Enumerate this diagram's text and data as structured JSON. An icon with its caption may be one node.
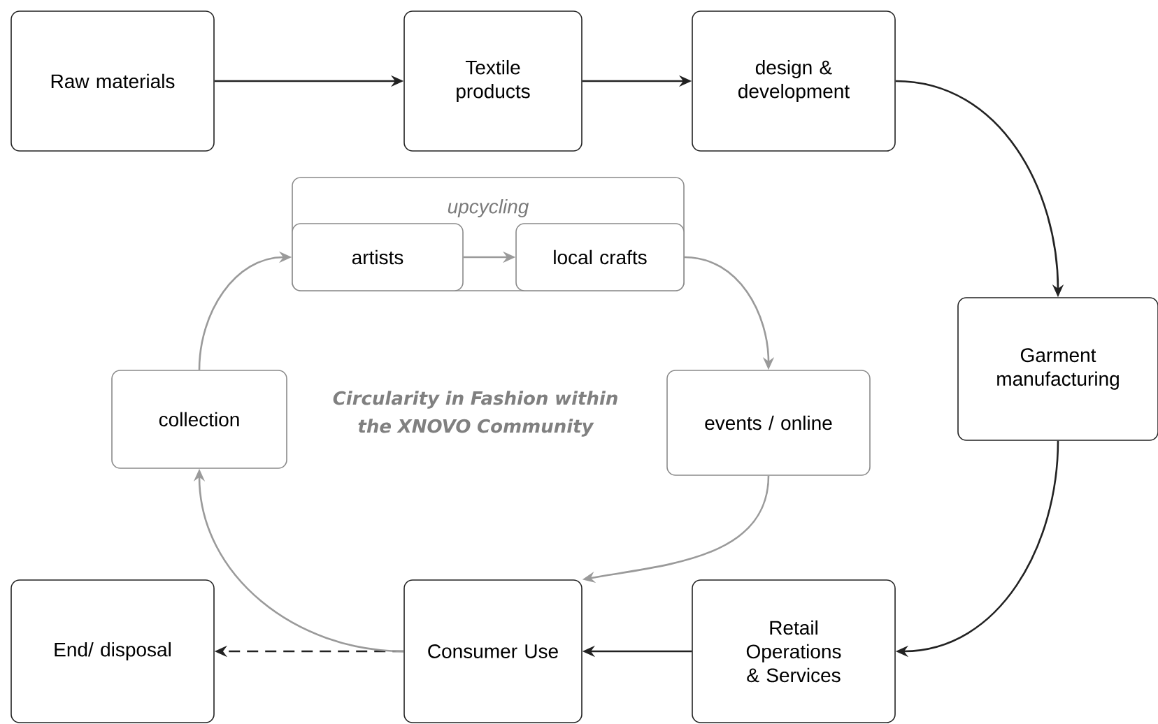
{
  "diagram": {
    "nodes": [
      {
        "text": [
          "Raw materials"
        ]
      },
      {
        "text": [
          "Textile products"
        ]
      },
      {
        "text": [
          "design & development"
        ]
      },
      {
        "text": [
          "Garment manufacturing"
        ]
      },
      {
        "text": [
          "Retail Operations & Services"
        ]
      },
      {
        "text": [
          "Consumer Use"
        ]
      },
      {
        "text": [
          "End/ disposal"
        ]
      },
      {
        "text": [
          "upcycling"
        ]
      },
      {
        "text": [
          "artists"
        ],
        "in": 7
      },
      {
        "text": [
          "local crafts"
        ],
        "in": 7
      },
      {
        "text": [
          "events / online"
        ]
      },
      {
        "text": [
          "collection"
        ]
      }
    ],
    "edges": [
      {
        "from": 0,
        "to": 1,
        "arrow": "to"
      },
      {
        "from": 1,
        "to": 2,
        "arrow": "to"
      },
      {
        "from": 2,
        "to": 3,
        "arrow": "to"
      },
      {
        "from": 3,
        "to": 4,
        "arrow": "to"
      },
      {
        "from": 4,
        "to": 5,
        "arrow": "to"
      },
      {
        "from": 5,
        "to": 6,
        "arrow": "to",
        "style": "dashed"
      },
      {
        "from": 8,
        "to": 9,
        "arrow": "to",
        "color": "#9a9a9a"
      },
      {
        "from": 9,
        "to": 10,
        "arrow": "to",
        "color": "#9a9a9a"
      },
      {
        "from": 10,
        "to": 5,
        "arrow": "to",
        "color": "#9a9a9a"
      },
      {
        "from": 5,
        "to": 11,
        "arrow": "to",
        "color": "#9a9a9a"
      },
      {
        "from": 11,
        "to": 8,
        "arrow": "to",
        "color": "#9a9a9a"
      }
    ],
    "labels": [
      "Circularity in Fashion within the XNOVO Community"
    ]
  }
}
